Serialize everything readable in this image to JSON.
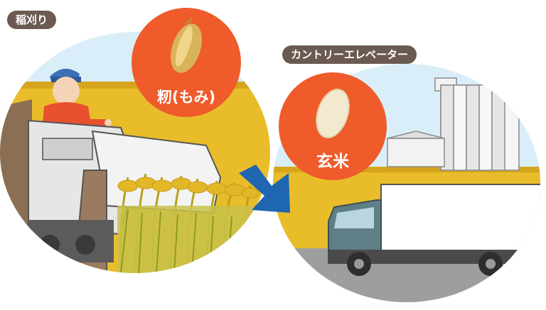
{
  "labels": {
    "harvest": "稲刈り",
    "elevator": "カントリーエレベーター"
  },
  "grains": {
    "paddy": "籾(もみ)",
    "brown_rice": "玄米"
  },
  "colors": {
    "pill_bg": "#6b5a52",
    "grain_circle": "#ef5b2a",
    "arrow": "#1f66b0",
    "field": "#e9bd2a",
    "sky": "#d9eef9"
  },
  "icons": [
    "rice-grain-icon",
    "brown-rice-icon",
    "right-arrow-icon",
    "farmer-icon",
    "combine-harvester-icon",
    "silo-icon",
    "truck-icon"
  ]
}
